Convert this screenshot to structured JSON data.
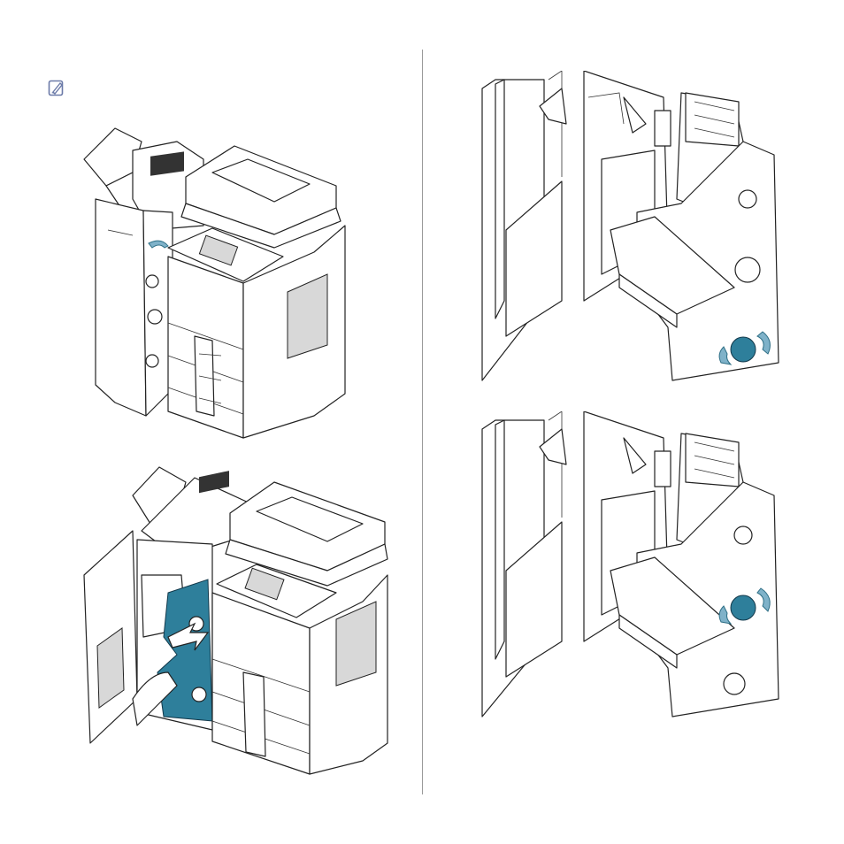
{
  "icons": {
    "note": "note-pencil-icon"
  },
  "colors": {
    "highlight_panel": "#2e7f9b",
    "rotation_arrow": "#7fb2c9",
    "divider": "#9a9a9a"
  },
  "figures": [
    {
      "name": "figure-printer-finisher-door-open"
    },
    {
      "name": "figure-finisher-panel-pull"
    },
    {
      "name": "figure-knob-rotate-lower"
    },
    {
      "name": "figure-knob-rotate-middle"
    }
  ]
}
